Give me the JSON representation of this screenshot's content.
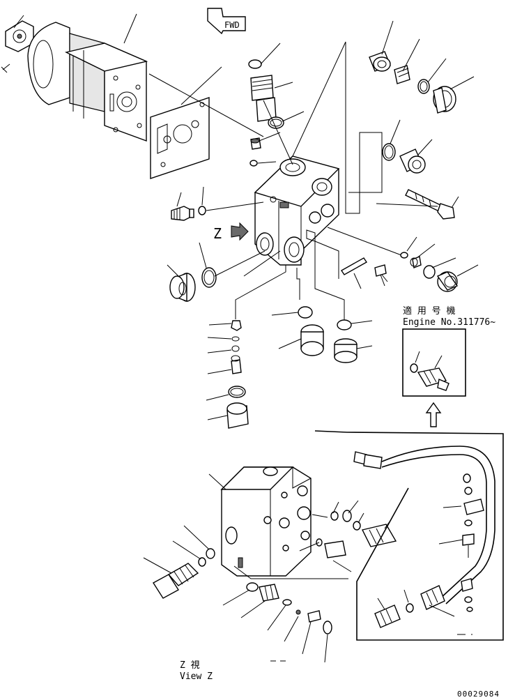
{
  "fwd_label": "FWD",
  "applicability": {
    "jp": "適 用 号 機",
    "en": "Engine No.311776~"
  },
  "view_marker": "Z",
  "view_caption": {
    "jp": "Z  視",
    "en": "View Z"
  },
  "drawing_number": "00029084",
  "colors": {
    "line": "#000000",
    "background": "#ffffff",
    "fill_dark": "#6a6a6a"
  }
}
